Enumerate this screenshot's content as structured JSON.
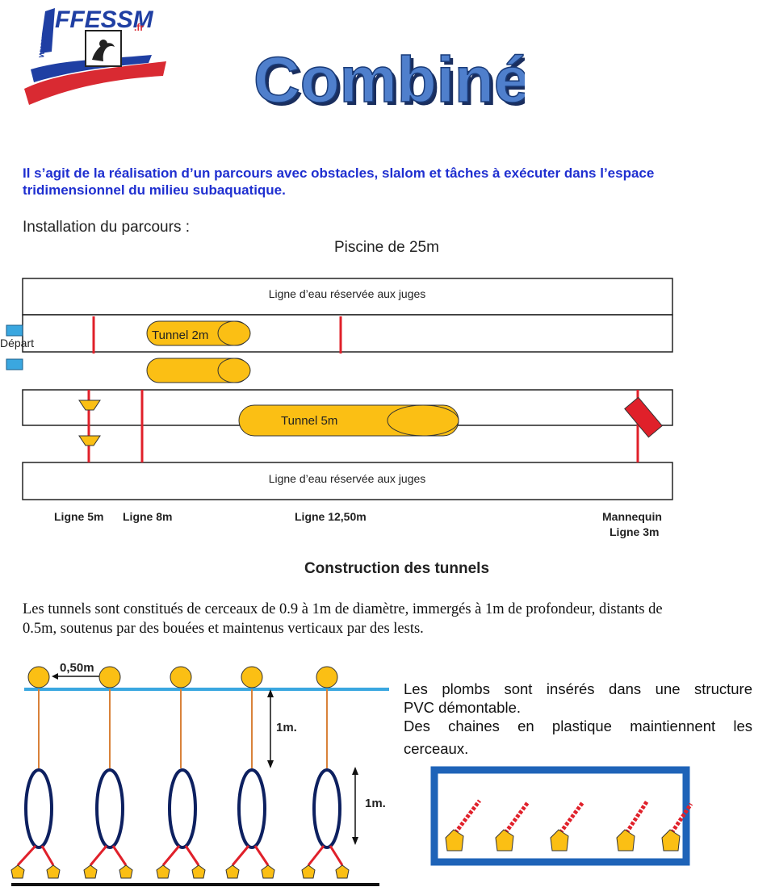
{
  "header": {
    "logo_text": "FFESSM",
    "logo_tld": ".fr",
    "logo_www": "www.",
    "title": "Combiné"
  },
  "intro": {
    "line1": "Il s’agit de la réalisation d’un parcours avec obstacles, slalom et tâches à exécuter dans l’espace",
    "line2": "tridimensionnel du milieu subaquatique."
  },
  "installation": {
    "heading": "Installation du parcours :",
    "pool": "Piscine de 25m"
  },
  "diagram": {
    "lane_top": "Ligne d’eau réservée aux juges",
    "lane_bottom": "Ligne d’eau réservée aux juges",
    "depart": "Départ",
    "tunnel_short": "Tunnel 2m",
    "tunnel_long": "Tunnel 5m",
    "label_5m": "Ligne 5m",
    "label_8m": "Ligne 8m",
    "label_1250m": "Ligne 12,50m",
    "label_mannequin": "Mannequin",
    "label_3m": "Ligne 3m"
  },
  "construction": {
    "heading": "Construction des tunnels",
    "line1": "Les tunnels sont constitués de cerceaux de 0.9 à 1m de diamètre, immergés à 1m de profondeur, distants de",
    "line2": "0.5m, soutenus par des bouées et maintenus verticaux par des lests."
  },
  "tunnel_figure": {
    "spacing": "0,50m",
    "depth_1": "1m.",
    "depth_2": "1m."
  },
  "notes": {
    "line1": "Les plombs sont insérés dans une structure",
    "line2": "PVC démontable.",
    "line3": "Des chaines en plastique maintiennent les",
    "line4": "cerceaux."
  },
  "colors": {
    "intro_blue": "#1f2fd0",
    "title_blue": "#2b5ba8",
    "tunnel_yellow": "#fbbf14",
    "line_red": "#e0202a",
    "water_blue": "#3aa7e0",
    "frame_blue": "#1e63b8",
    "buoy_yellow": "#fbbf14",
    "rope_orange": "#d9823a",
    "hoop_navy": "#0d2060"
  }
}
